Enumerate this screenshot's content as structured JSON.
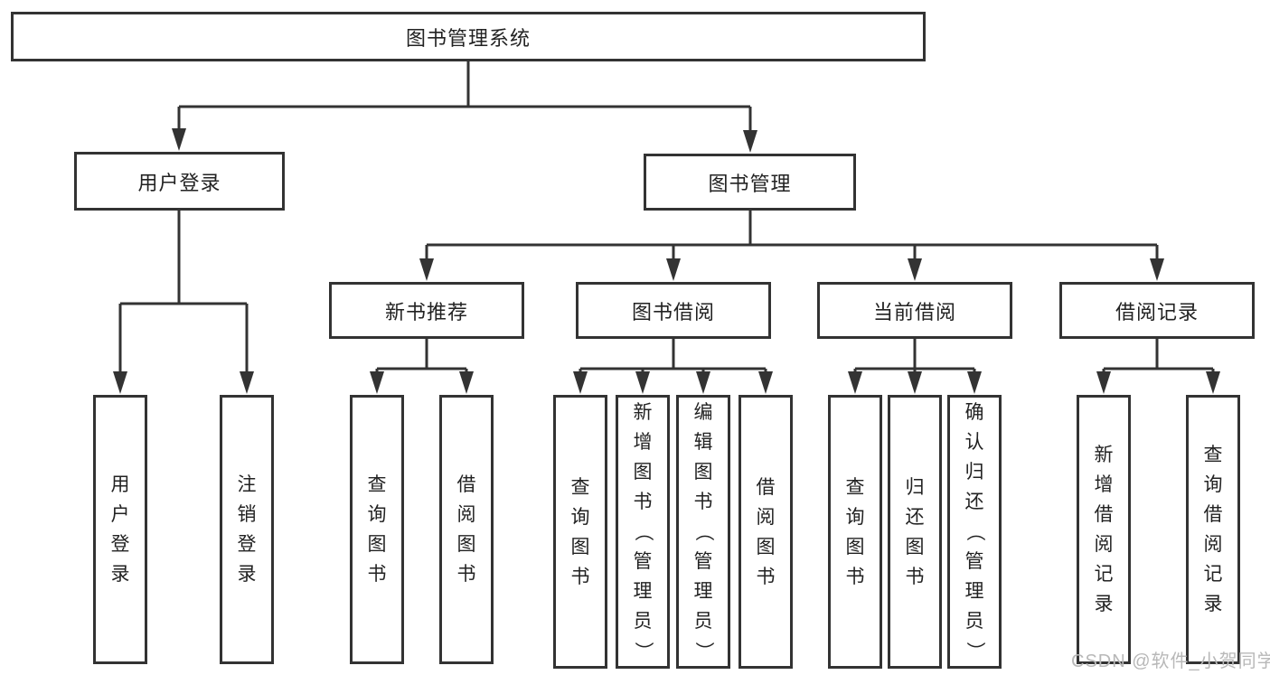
{
  "tree": {
    "root": {
      "label": "图书管理系统",
      "children": [
        {
          "label": "用户登录",
          "children": [
            {
              "label": "用户登录"
            },
            {
              "label": "注销登录"
            }
          ]
        },
        {
          "label": "图书管理",
          "children": [
            {
              "label": "新书推荐",
              "children": [
                {
                  "label": "查询图书"
                },
                {
                  "label": "借阅图书"
                }
              ]
            },
            {
              "label": "图书借阅",
              "children": [
                {
                  "label": "查询图书"
                },
                {
                  "label": "新增图书（管理员）"
                },
                {
                  "label": "编辑图书（管理员）"
                },
                {
                  "label": "借阅图书"
                }
              ]
            },
            {
              "label": "当前借阅",
              "children": [
                {
                  "label": "查询图书"
                },
                {
                  "label": "归还图书"
                },
                {
                  "label": "确认归还（管理员）"
                }
              ]
            },
            {
              "label": "借阅记录",
              "children": [
                {
                  "label": "新增借阅记录"
                },
                {
                  "label": "查询借阅记录"
                }
              ]
            }
          ]
        }
      ]
    }
  },
  "watermark": {
    "text": "CSDN @软件_小贺同学"
  },
  "colors": {
    "line": "#333333",
    "text": "#222222",
    "watermark": "#b8b8b8",
    "background": "#ffffff"
  }
}
